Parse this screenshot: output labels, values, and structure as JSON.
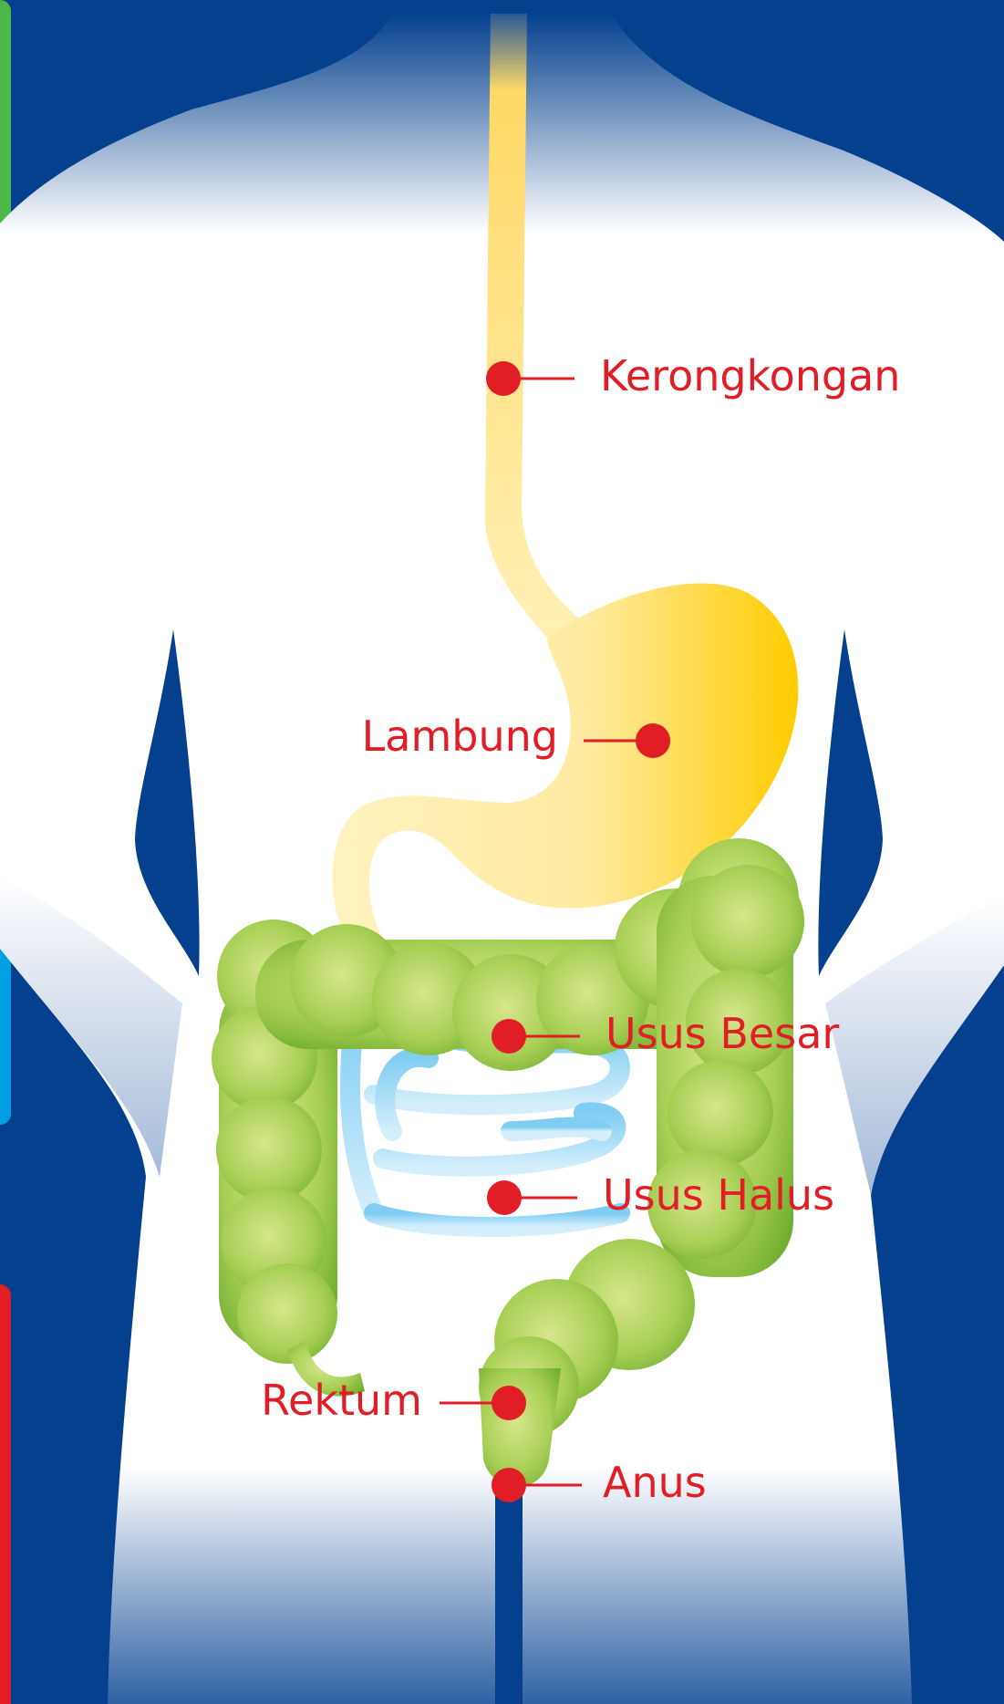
{
  "diagram": {
    "labels": {
      "esophagus": "Kerongkongan",
      "stomach": "Lambung",
      "large_intestine": "Usus Besar",
      "small_intestine": "Usus Halus",
      "rectum": "Rektum",
      "anus": "Anus"
    },
    "colors": {
      "background": "#04408e",
      "body": "#ffffff",
      "marker": "#e11d26",
      "esophagus": "#ffd966",
      "stomach": "#ffd22e",
      "large_intestine": "#8cc63f",
      "small_intestine": "#8fd3f4",
      "side_bar_top": "#4cb848",
      "side_bar_middle": "#009fe3",
      "side_bar_bottom": "#e11d26"
    }
  }
}
